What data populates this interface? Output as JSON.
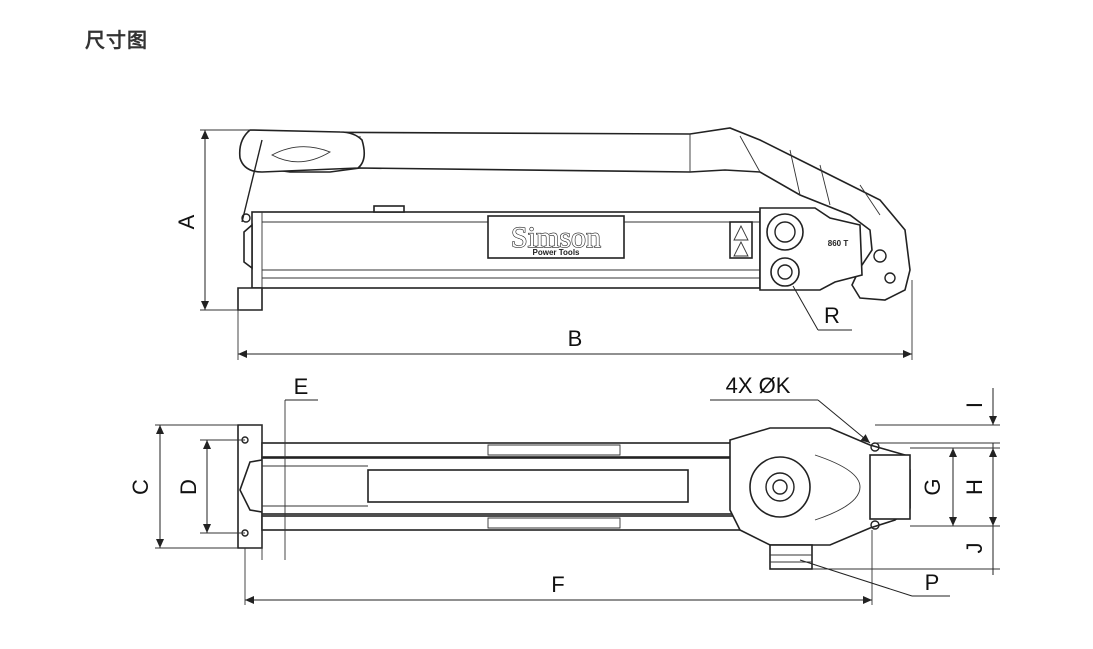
{
  "page": {
    "title": "尺寸图"
  },
  "product": {
    "brand": "Simson",
    "brand_sub": "Power Tools",
    "side_marking": "860 T"
  },
  "dimensions": {
    "A": "A",
    "B": "B",
    "C": "C",
    "D": "D",
    "E": "E",
    "F": "F",
    "G": "G",
    "H": "H",
    "I": "I",
    "J": "J",
    "K": "4X ØK",
    "P": "P",
    "R": "R"
  },
  "colors": {
    "line": "#222222",
    "background": "#ffffff",
    "title": "#333333"
  }
}
